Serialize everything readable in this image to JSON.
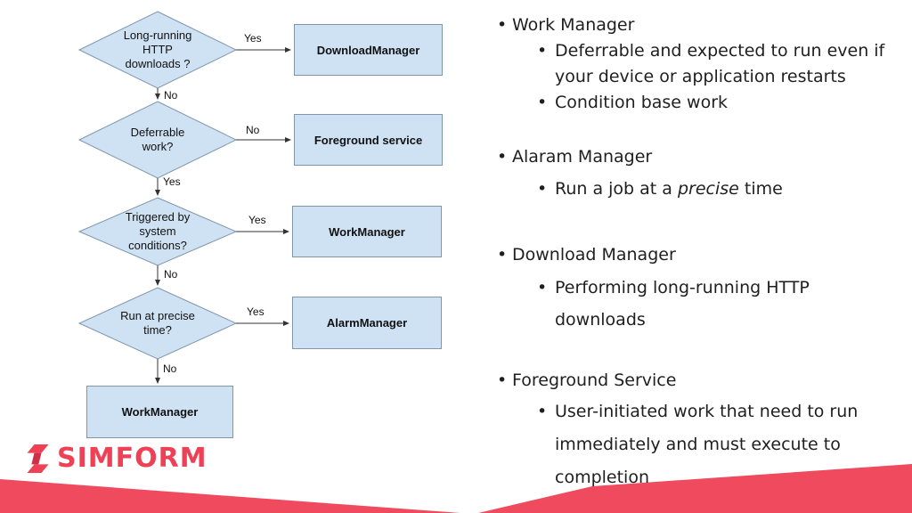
{
  "colors": {
    "shape_fill": "#cfe2f3",
    "shape_border": "#7f96ab",
    "connector": "#333333",
    "accent_red": "#ef4a5e",
    "logo_red": "#ee4156",
    "logo_red_dark": "#cf3048",
    "text": "#1f1f1f"
  },
  "flowchart": {
    "diamonds": [
      {
        "lines": [
          "Long-running",
          "HTTP",
          "downloads ?"
        ]
      },
      {
        "lines": [
          "Deferrable",
          "work?"
        ]
      },
      {
        "lines": [
          "Triggered by",
          "system",
          "conditions?"
        ]
      },
      {
        "lines": [
          "Run at precise",
          "time?"
        ]
      }
    ],
    "boxes": [
      "DownloadManager",
      "Foreground service",
      "WorkManager",
      "AlarmManager",
      "WorkManager"
    ],
    "labels": {
      "d1_right": "Yes",
      "d1_down": "No",
      "d2_right": "No",
      "d2_down": "Yes",
      "d3_right": "Yes",
      "d3_down": "No",
      "d4_right": "Yes",
      "d4_down": "No"
    }
  },
  "logo": {
    "text": "SIMFORM"
  },
  "notes": {
    "bullet": "•",
    "groups": [
      {
        "title": "Work Manager",
        "bullets": [
          {
            "lines": [
              "Deferrable and expected to run even if",
              "your device or application restarts"
            ]
          },
          {
            "lines": [
              "Condition base work"
            ]
          }
        ]
      },
      {
        "title": "Alaram Manager",
        "run_item": {
          "prefix": "Run a job at a ",
          "italic": "precise",
          "suffix": " time"
        }
      },
      {
        "title": "Download Manager",
        "bullets": [
          {
            "lines": [
              "Performing long-running HTTP",
              "downloads"
            ]
          }
        ]
      },
      {
        "title": "Foreground Service",
        "bullets": [
          {
            "lines": [
              "User-initiated work that need to run",
              "immediately and must execute to",
              "completion"
            ]
          }
        ]
      }
    ]
  }
}
